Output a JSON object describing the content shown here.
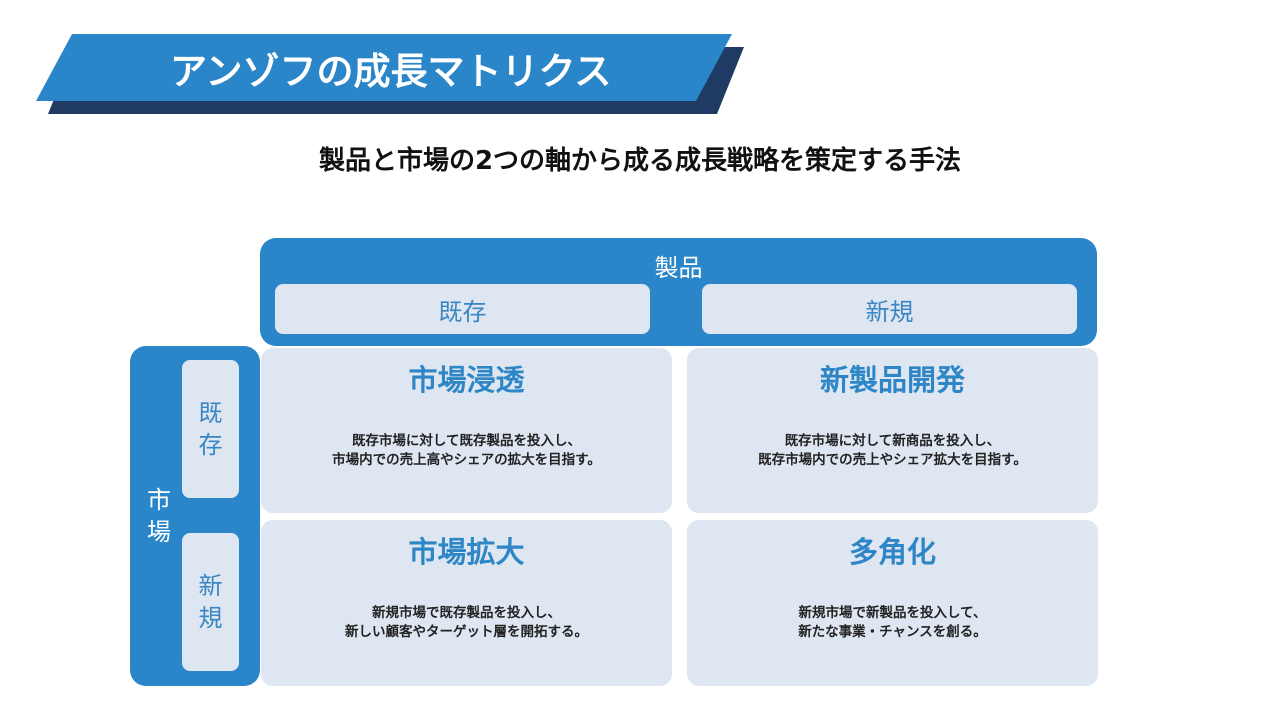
{
  "title": "アンゾフの成長マトリクス",
  "subtitle": "製品と市場の2つの軸から成る成長戦略を策定する手法",
  "product_axis": {
    "label": "製品",
    "existing": "既存",
    "new": "新規"
  },
  "market_axis": {
    "label": [
      "市",
      "場"
    ],
    "existing": [
      "既",
      "存"
    ],
    "new": [
      "新",
      "規"
    ]
  },
  "quadrants": [
    {
      "title": "市場浸透",
      "desc": [
        "既存市場に対して既存製品を投入し、",
        "市場内での売上高やシェアの拡大を目指す。"
      ]
    },
    {
      "title": "新製品開発",
      "desc": [
        "既存市場に対して新商品を投入し、",
        "既存市場内での売上やシェア拡大を目指す。"
      ]
    },
    {
      "title": "市場拡大",
      "desc": [
        "新規市場で既存製品を投入し、",
        "新しい顧客やターゲット層を開拓する。"
      ]
    },
    {
      "title": "多角化",
      "desc": [
        "新規市場で新製品を投入して、",
        "新たな事業・チャンスを創る。"
      ]
    }
  ],
  "colors": {
    "accent": "#2a86c8",
    "banner_shadow": "#1f3b63",
    "cell_bg": "#dde6f1",
    "cell_text": "#3a86c2"
  }
}
